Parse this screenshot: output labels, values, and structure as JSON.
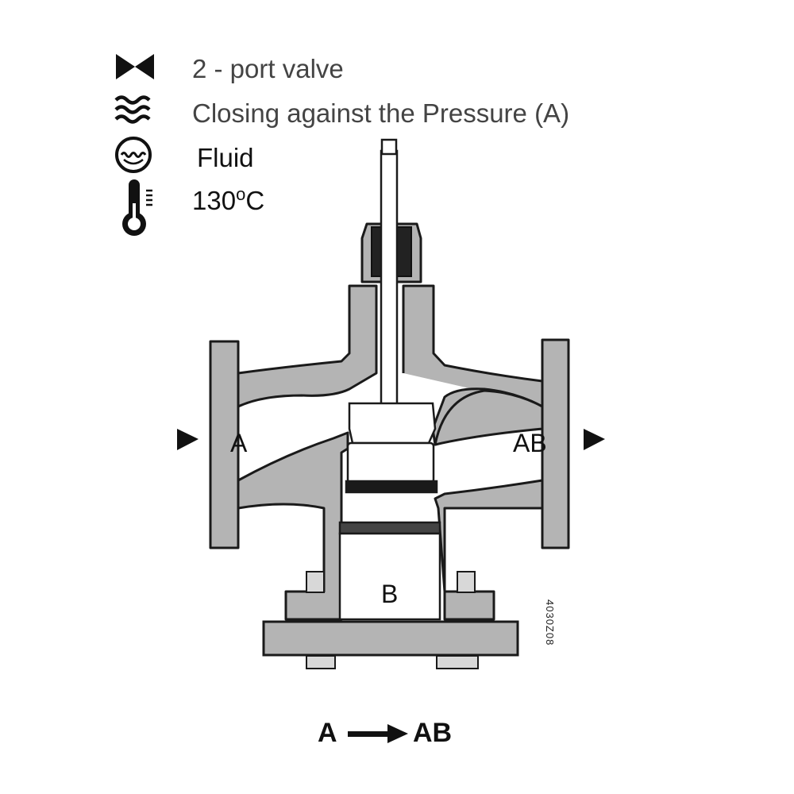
{
  "legend": [
    {
      "icon": "two-port-valve-icon",
      "text": "2 - port valve"
    },
    {
      "icon": "pressure-waves-icon",
      "text": "Closing against  the Pressure  (A)"
    },
    {
      "icon": "fluid-icon",
      "text": "Fluid"
    },
    {
      "icon": "thermometer-icon",
      "text_value": "130",
      "text_sup": "o",
      "text_unit": "C"
    }
  ],
  "ports": {
    "inlet": "A",
    "outlet": "AB",
    "bottom": "B"
  },
  "flow": {
    "from": "A",
    "to": "AB"
  },
  "drawing_code": "4030Z08",
  "colors": {
    "body_fill": "#b4b4b4",
    "outline": "#1a1a1a",
    "text": "#444444"
  }
}
